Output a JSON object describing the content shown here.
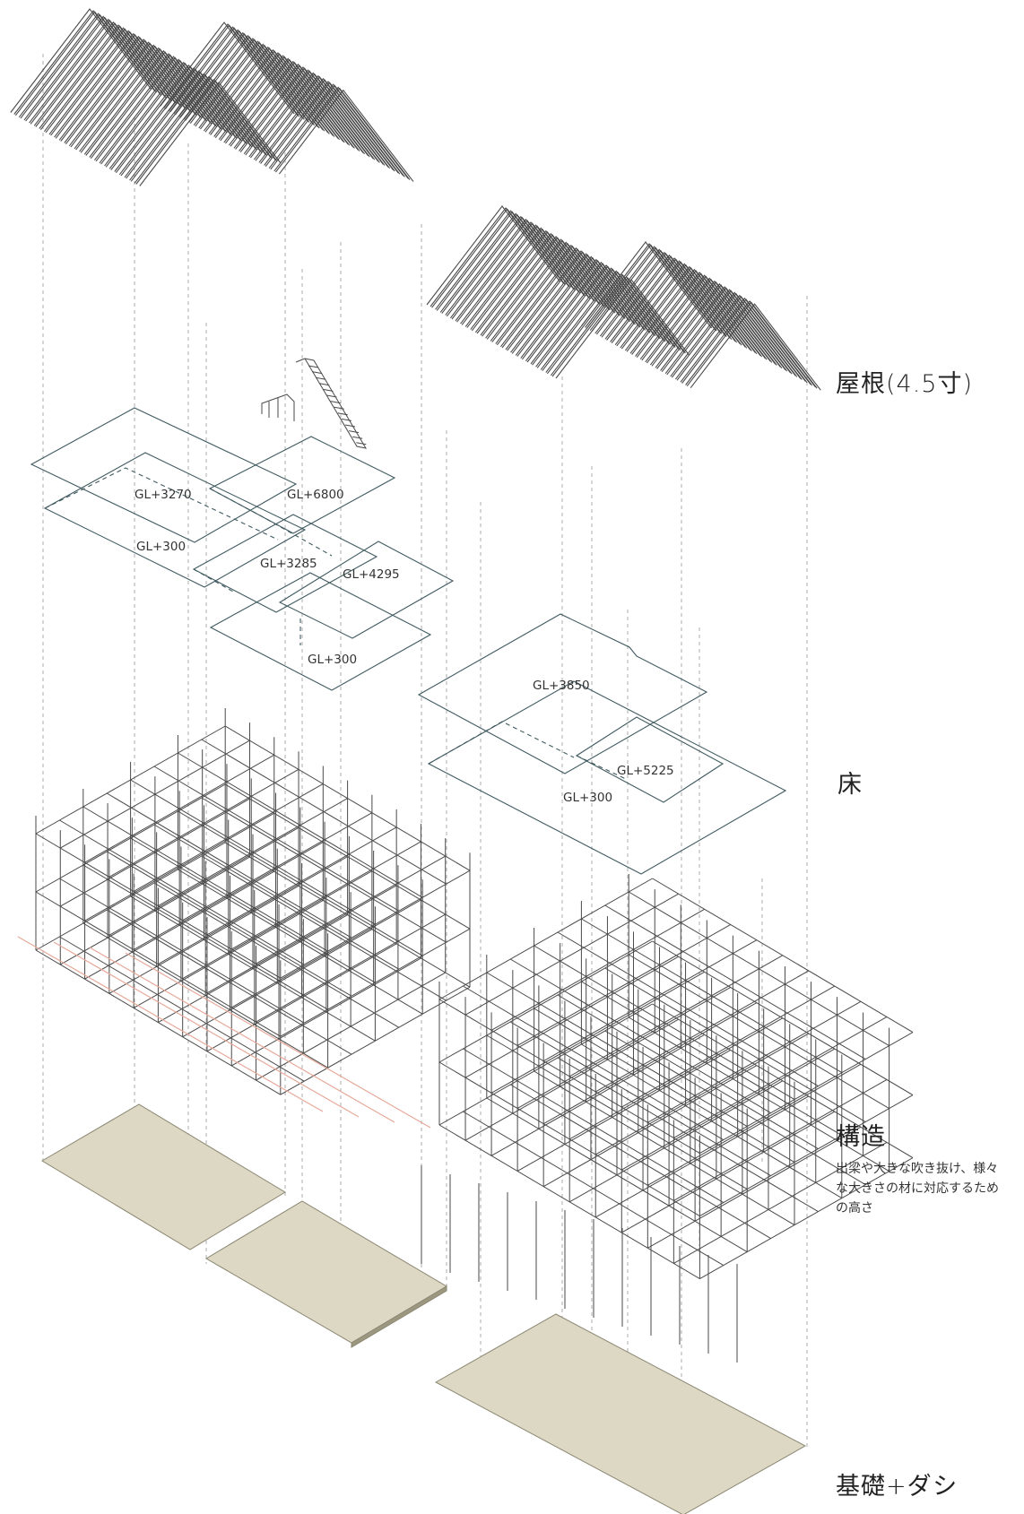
{
  "labels": {
    "roof": "屋根(4.5寸)",
    "floor": "床",
    "structure": "構造",
    "structure_note_1": "出梁や大きな吹き抜け、様々",
    "structure_note_2": "な大きさの材に対応するため",
    "structure_note_3": "の高さ",
    "foundation": "基礎+ダシ"
  },
  "floor_levels": {
    "left": [
      "GL+3270",
      "GL+6800",
      "GL+300",
      "GL+3285",
      "GL+4295",
      "GL+300"
    ],
    "right": [
      "GL+3850",
      "GL+5225",
      "GL+300"
    ]
  },
  "colors": {
    "floor_outline": "#3f5a60",
    "member_stroke": "#4a4a4a",
    "guide_line": "#9a9a9a",
    "foundation_fill": "#dcd8c4",
    "sill_accent": "#e7a99a"
  }
}
